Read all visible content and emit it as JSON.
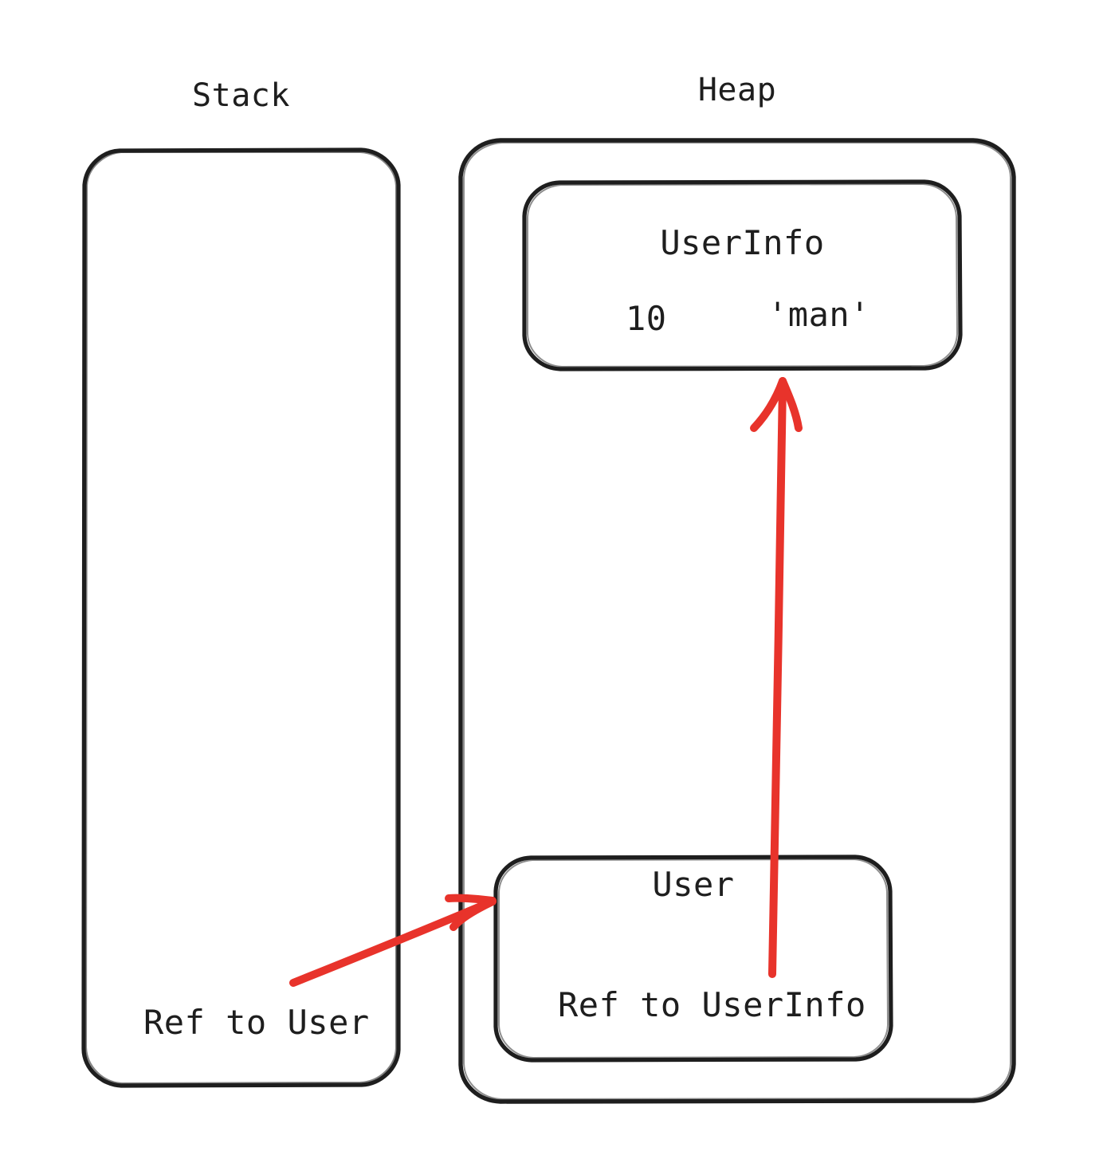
{
  "diagram": {
    "title": "Stack and Heap memory reference diagram",
    "colors": {
      "stroke": "#1e1e1e",
      "arrow": "#e8332b",
      "background": "#ffffff"
    },
    "regions": {
      "stack": {
        "title": "Stack",
        "entries": [
          {
            "label": "Ref to User"
          }
        ]
      },
      "heap": {
        "title": "Heap",
        "objects": [
          {
            "name": "UserInfo",
            "fields": [
              {
                "value": "10"
              },
              {
                "value": "'man'"
              }
            ]
          },
          {
            "name": "User",
            "fields": [
              {
                "value": "Ref to UserInfo"
              }
            ]
          }
        ]
      }
    },
    "arrows": [
      {
        "name": "stack-to-user",
        "from": "Ref to User",
        "to": "User",
        "color": "#e8332b"
      },
      {
        "name": "user-to-userinfo",
        "from": "Ref to UserInfo",
        "to": "UserInfo",
        "color": "#e8332b"
      }
    ]
  }
}
